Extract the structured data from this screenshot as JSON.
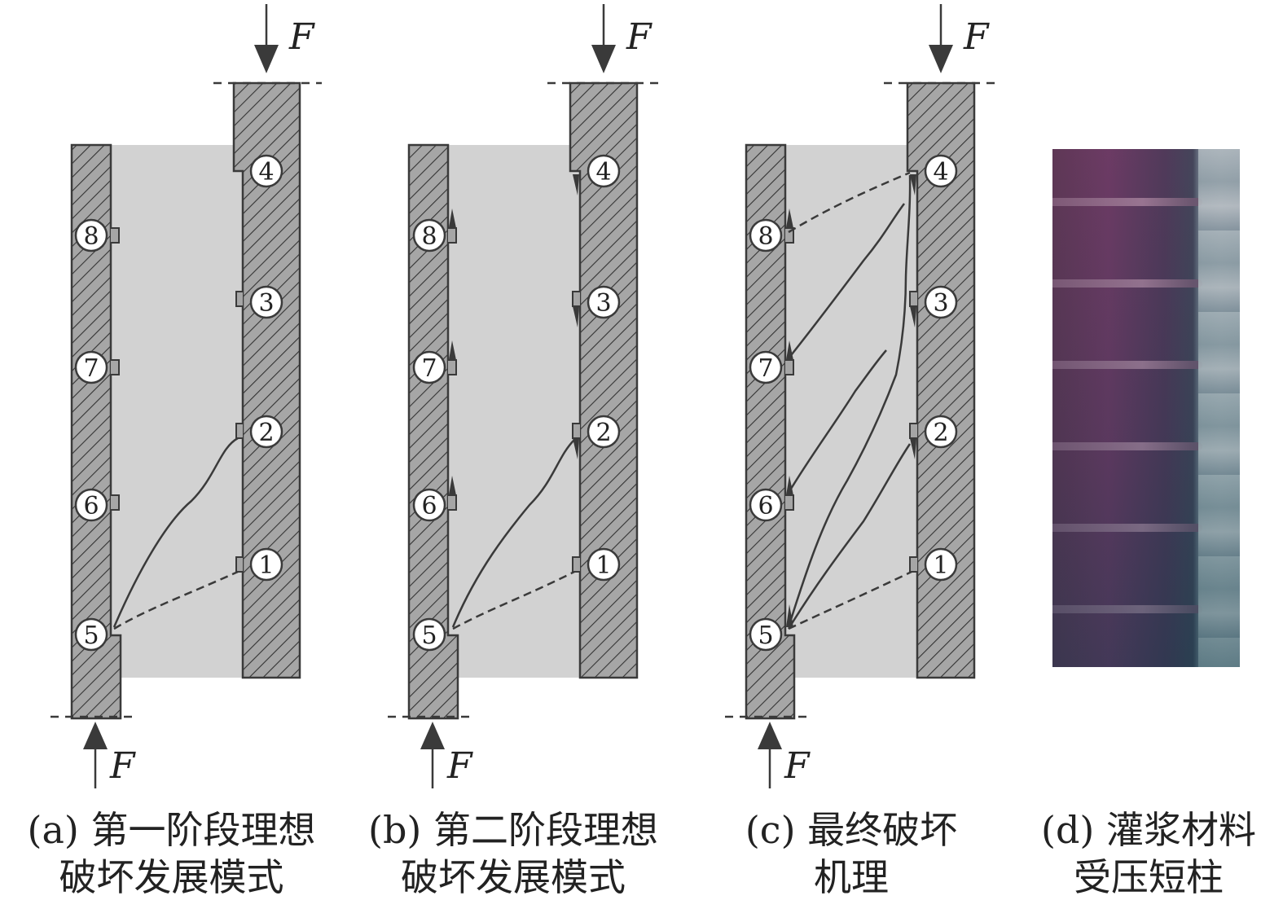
{
  "force_label": "F",
  "diagrams": [
    {
      "id": "a",
      "caption_line1": "(a) 第一阶段理想",
      "caption_line2": "破坏发展模式"
    },
    {
      "id": "b",
      "caption_line1": "(b) 第二阶段理想",
      "caption_line2": "破坏发展模式"
    },
    {
      "id": "c",
      "caption_line1": "(c) 最终破坏",
      "caption_line2": "机理"
    },
    {
      "id": "d",
      "caption_line1": "(d) 灌浆材料",
      "caption_line2": "受压短柱"
    }
  ],
  "right_node_labels": [
    "4",
    "3",
    "2",
    "1"
  ],
  "left_node_labels": [
    "8",
    "7",
    "6",
    "5"
  ],
  "colors": {
    "wall_fill": "#a6a6a6",
    "grout_fill": "#d2d2d2",
    "line": "#3a3a3a",
    "hatch": "#333333"
  }
}
